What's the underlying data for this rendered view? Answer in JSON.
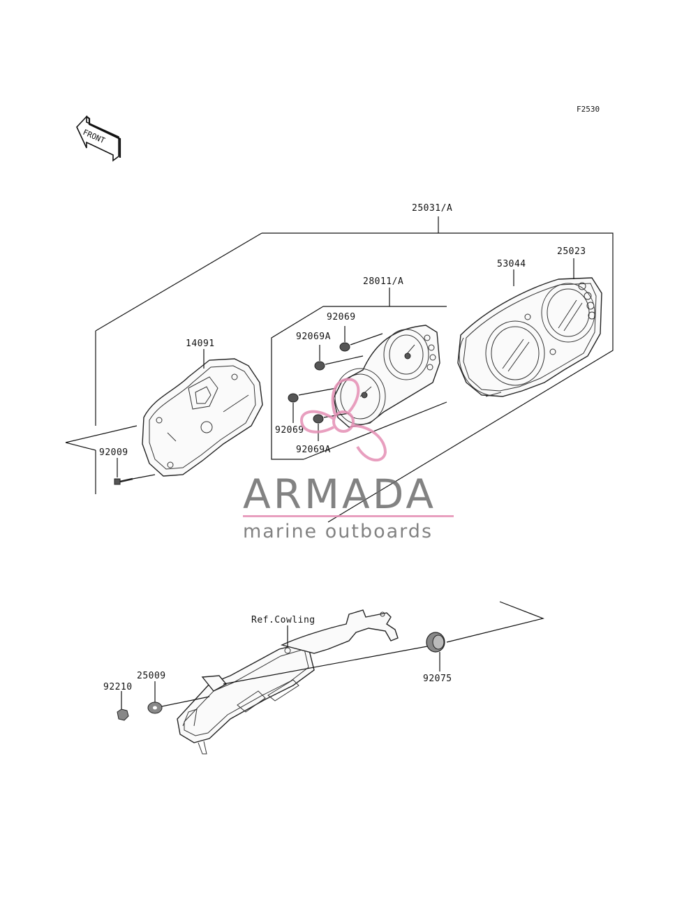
{
  "figure_code": "F2530",
  "front_arrow_text": "FRONT",
  "labels": {
    "assembly": "25031/A",
    "meter_unit": "28011/A",
    "cover": "53044",
    "lens": "25023",
    "case": "14091",
    "bulb_upper": "92069",
    "bulb_upper_a": "92069A",
    "bulb_lower": "92069",
    "bulb_lower_a": "92069A",
    "screw": "92009",
    "ref_cowling": "Ref.Cowling",
    "washer": "25009",
    "nut": "92210",
    "damper": "92075"
  },
  "watermark": {
    "title": "ARMADA",
    "subtitle": "marine outboards",
    "accent": "#e58fb4",
    "text_color": "#6d6d6d"
  }
}
